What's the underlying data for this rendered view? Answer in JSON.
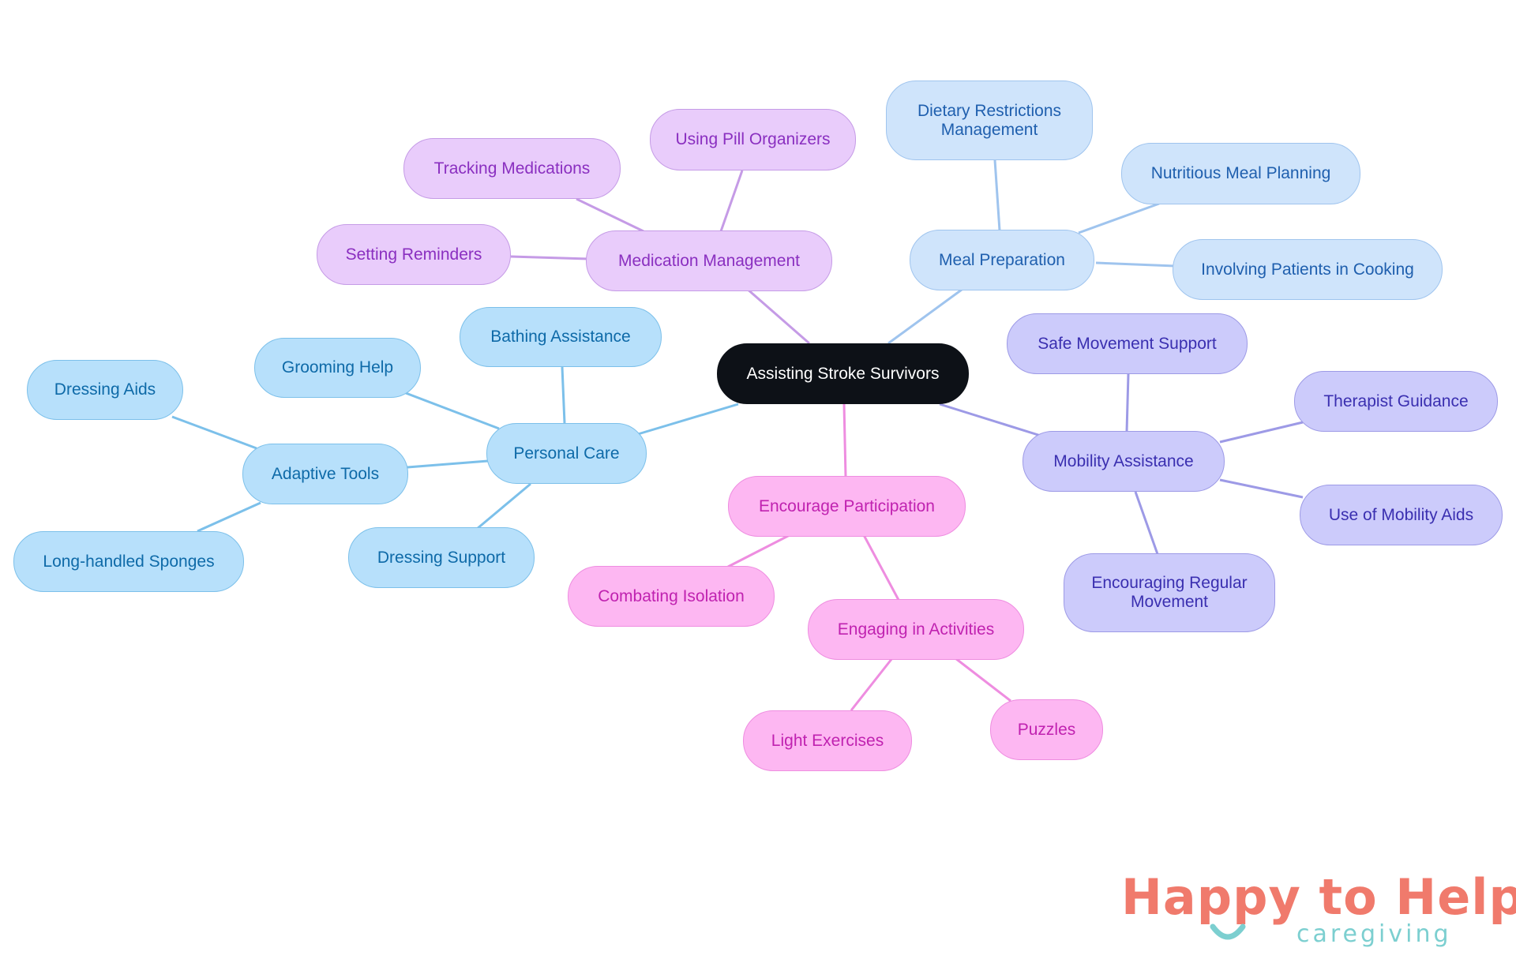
{
  "diagram": {
    "root": "Assisting Stroke Survivors",
    "branches": {
      "personal_care": {
        "label": "Personal Care",
        "children": {
          "bathing": "Bathing Assistance",
          "grooming": "Grooming Help",
          "dressing_support": "Dressing Support",
          "adaptive_tools": {
            "label": "Adaptive Tools",
            "children": {
              "dressing_aids": "Dressing Aids",
              "sponges": "Long-handled Sponges"
            }
          }
        }
      },
      "medication": {
        "label": "Medication Management",
        "children": {
          "tracking": "Tracking Medications",
          "pill_organizers": "Using Pill Organizers",
          "reminders": "Setting Reminders"
        }
      },
      "meal": {
        "label": "Meal Preparation",
        "children": {
          "dietary": "Dietary Restrictions\nManagement",
          "nutritious": "Nutritious Meal Planning",
          "involving": "Involving Patients in Cooking"
        }
      },
      "mobility": {
        "label": "Mobility Assistance",
        "children": {
          "safe_movement": "Safe Movement Support",
          "therapist": "Therapist Guidance",
          "aids": "Use of Mobility Aids",
          "regular": "Encouraging Regular\nMovement"
        }
      },
      "participation": {
        "label": "Encourage Participation",
        "children": {
          "isolation": "Combating Isolation",
          "activities": {
            "label": "Engaging in Activities",
            "children": {
              "exercises": "Light Exercises",
              "puzzles": "Puzzles"
            }
          }
        }
      }
    }
  },
  "colors": {
    "root": "#0d1117",
    "personal_care": "#b7e0fb",
    "medication": "#e9ccfb",
    "meal": "#cfe4fb",
    "mobility": "#cccbfb",
    "participation": "#fdb7f2"
  },
  "logo": {
    "text": "Happy to Help",
    "subtext": "caregiving"
  }
}
